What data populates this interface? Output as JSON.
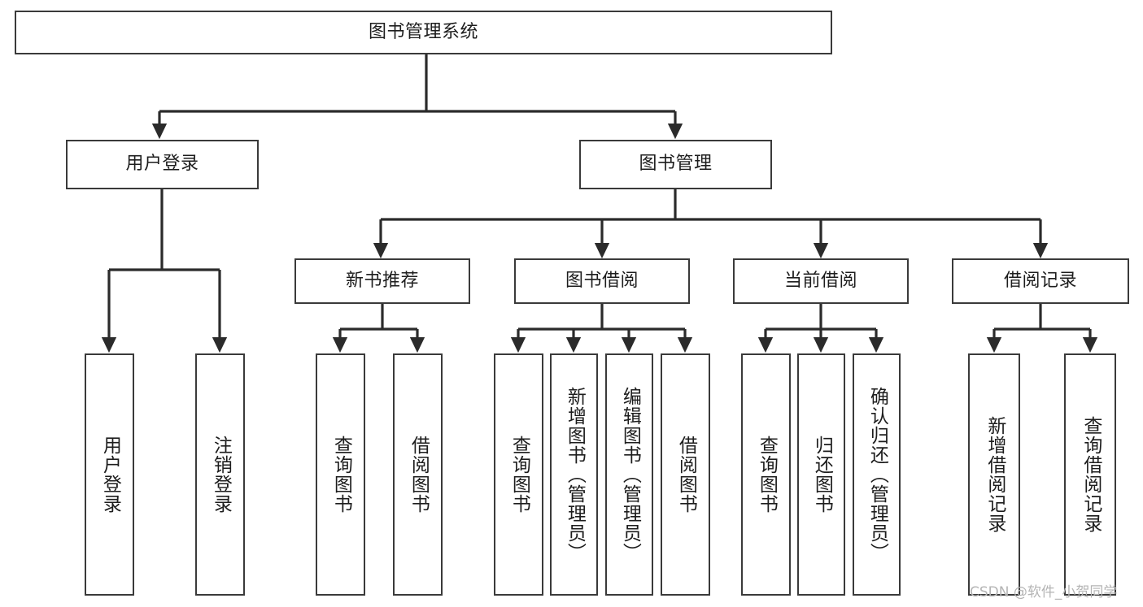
{
  "diagram": {
    "title": "图书管理系统",
    "watermark": "CSDN @软件_小贺同学",
    "accent_color": "#3a3a3a",
    "background_color": "#ffffff",
    "text_color": "#1d1d1d",
    "watermark_color": "#b4b4b4",
    "root": {
      "id": "root",
      "label": "图书管理系统"
    },
    "level2": [
      {
        "id": "user-login",
        "label": "用户登录"
      },
      {
        "id": "book-management",
        "label": "图书管理"
      }
    ],
    "level3": [
      {
        "id": "new-book-recommend",
        "label": "新书推荐"
      },
      {
        "id": "book-borrow",
        "label": "图书借阅"
      },
      {
        "id": "current-borrow",
        "label": "当前借阅"
      },
      {
        "id": "borrow-record",
        "label": "借阅记录"
      }
    ],
    "leaves": {
      "user_login": [
        {
          "id": "leaf-user-login",
          "label": "用户登录"
        },
        {
          "id": "leaf-logout",
          "label": "注销登录"
        }
      ],
      "new_book_recommend": [
        {
          "id": "leaf-query-book-1",
          "label": "查询图书"
        },
        {
          "id": "leaf-borrow-book-1",
          "label": "借阅图书"
        }
      ],
      "book_borrow": [
        {
          "id": "leaf-query-book-2",
          "label": "查询图书"
        },
        {
          "id": "leaf-add-book",
          "label": "新增图书（管理员）"
        },
        {
          "id": "leaf-edit-book",
          "label": "编辑图书（管理员）"
        },
        {
          "id": "leaf-borrow-book-2",
          "label": "借阅图书"
        }
      ],
      "current_borrow": [
        {
          "id": "leaf-query-book-3",
          "label": "查询图书"
        },
        {
          "id": "leaf-return-book",
          "label": "归还图书"
        },
        {
          "id": "leaf-confirm-return",
          "label": "确认归还（管理员）"
        }
      ],
      "borrow_record": [
        {
          "id": "leaf-add-record",
          "label": "新增借阅记录"
        },
        {
          "id": "leaf-query-record",
          "label": "查询借阅记录"
        }
      ]
    }
  }
}
